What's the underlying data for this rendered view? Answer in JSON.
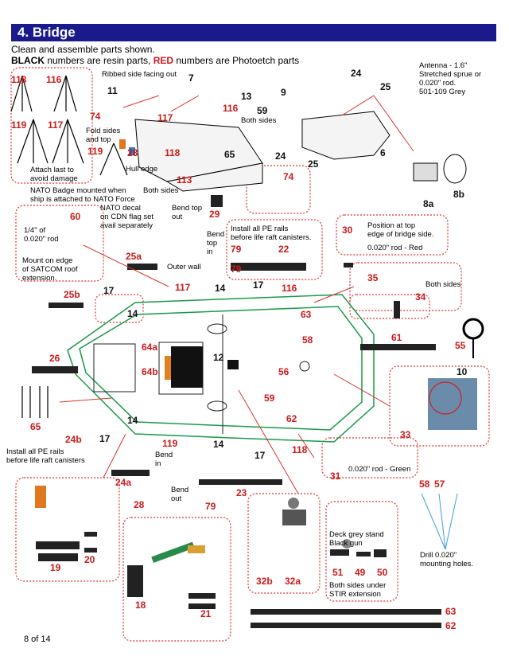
{
  "header": {
    "title": "4. Bridge"
  },
  "intro": {
    "line1": "Clean and assemble parts shown.",
    "line2_black": "BLACK",
    "line2_mid": " numbers are resin parts, ",
    "line2_red": "RED",
    "line2_end": " numbers are Photoetch parts"
  },
  "notes": {
    "antenna": "Antenna - 1.6\"\nStretched sprue or\n0.020\" rod.\n501-109 Grey",
    "ribbed": "Ribbed side facing out",
    "fold": "Fold sides\nand top",
    "attach_last": "Attach last to\navoid damage",
    "hull_edge": "Hull edge",
    "both_sides_1": "Both sides",
    "both_sides_2": "Both sides",
    "both_sides_3": "Both sides",
    "nato": "NATO Badge mounted when\nship is attached to NATO Force",
    "nato_decal": "NATO decal\non CDN flag set\navail separately",
    "rod_quarter": "1/4\" of\n0.020\" rod",
    "mount_edge": "Mount on edge\nof SATCOM roof\nextension.",
    "bend_top": "Bend top\nout",
    "bend_top_in": "Bend\ntop\nin",
    "outer_wall": "Outer wall",
    "install_pe_top": "Install all PE rails\nbefore life raft canisters.",
    "position_top": "Position at top\nedge of bridge side.",
    "rod_red": "0.020\" rod - Red",
    "install_pe_bottom": "Install all PE rails\nbefore life raft canisters",
    "bend_in": "Bend\nin",
    "bend_out": "Bend\nout",
    "rod_green": "0.020\" rod - Green",
    "deck_grey": "Deck grey stand\nBlack gun",
    "both_stir": "Both sides under\nSTIR extension",
    "drill": "Drill 0.020\"\nmounting holes."
  },
  "parts_red": [
    "118",
    "116",
    "119",
    "117",
    "74",
    "119",
    "28",
    "117",
    "116",
    "118",
    "113",
    "74",
    "59",
    "79",
    "60",
    "29",
    "79",
    "30",
    "22",
    "117",
    "116",
    "35",
    "119",
    "79",
    "58",
    "61",
    "55",
    "56",
    "57",
    "58",
    "59",
    "65",
    "26",
    "64a",
    "64b",
    "62",
    "118",
    "17",
    "17",
    "17",
    "17",
    "51",
    "49",
    "50",
    "32a",
    "32b",
    "63",
    "62",
    "24b",
    "24a",
    "25b",
    "25a",
    "28",
    "31",
    "23",
    "18",
    "19",
    "20",
    "21",
    "33",
    "34",
    "14",
    "14",
    "14",
    "14",
    "12",
    "63"
  ],
  "parts_black": [
    "7",
    "11",
    "13",
    "9",
    "24",
    "25",
    "24",
    "25",
    "6",
    "8a",
    "8b",
    "10",
    "65"
  ],
  "page": {
    "number": "8 of 14"
  }
}
